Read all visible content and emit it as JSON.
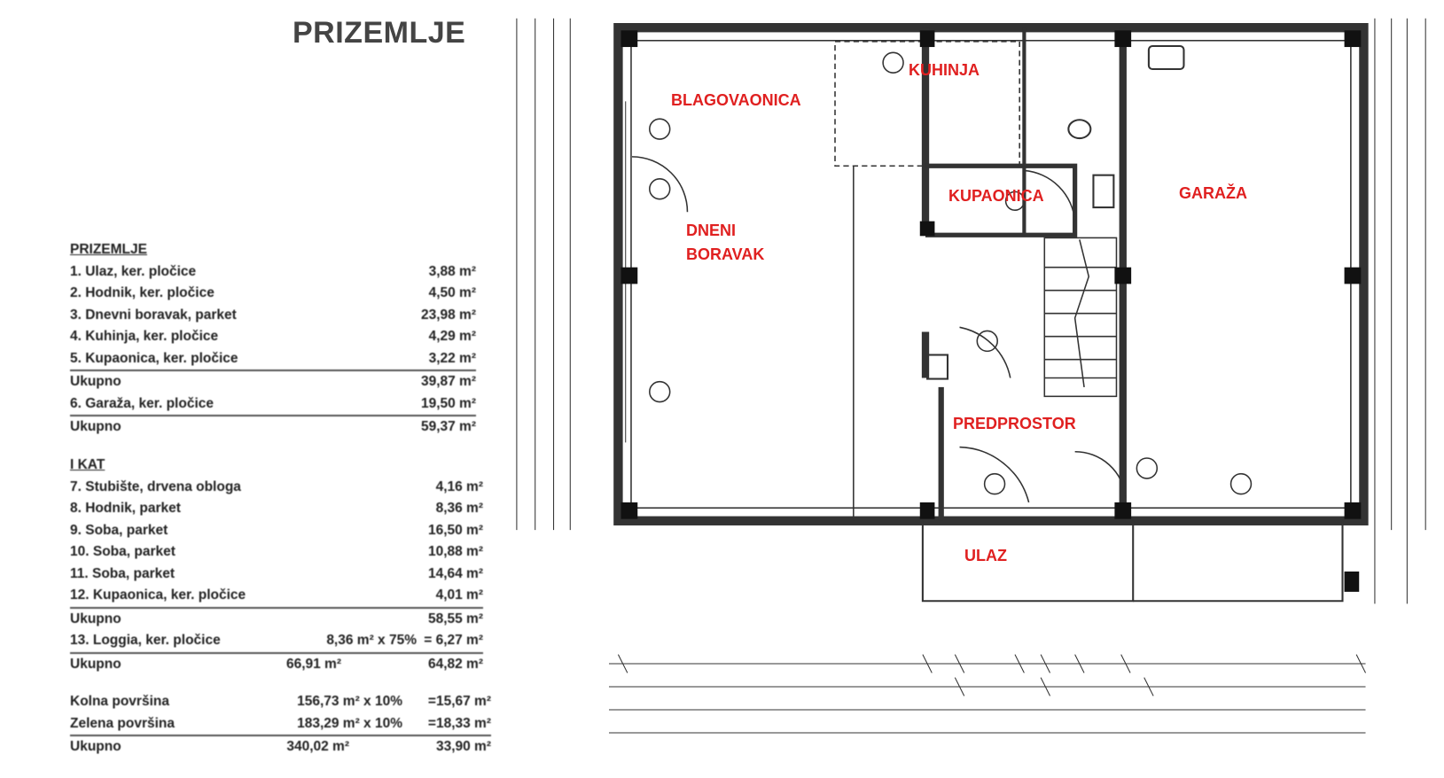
{
  "title": "PRIZEMLJE",
  "rooms": {
    "blagovaonica": "BLAGOVAONICA",
    "kuhinja": "KUHINJA",
    "kupaonica": "KUPAONICA",
    "garaza": "GARAŽA",
    "dneni": "DNENI",
    "boravak": "BORAVAK",
    "predprostor": "PREDPROSTOR",
    "ulaz": "ULAZ"
  },
  "table": {
    "prizemlje": {
      "heading": "PRIZEMLJE",
      "rows": [
        {
          "label": "1. Ulaz, ker. pločice",
          "value": "3,88 m²"
        },
        {
          "label": "2. Hodnik, ker. pločice",
          "value": "4,50 m²"
        },
        {
          "label": "3. Dnevni boravak, parket",
          "value": "23,98 m²"
        },
        {
          "label": "4. Kuhinja, ker. pločice",
          "value": "4,29 m²"
        },
        {
          "label": "5. Kupaonica, ker. pločice",
          "value": "3,22 m²"
        },
        {
          "label": "Ukupno",
          "value": "39,87 m²"
        },
        {
          "label": "6. Garaža, ker. pločice",
          "value": "19,50 m²"
        },
        {
          "label": "Ukupno",
          "value": "59,37 m²"
        }
      ]
    },
    "kat": {
      "heading": "I KAT",
      "rows": [
        {
          "label": "7. Stubište, drvena obloga",
          "value": "4,16 m²"
        },
        {
          "label": "8. Hodnik, parket",
          "value": "8,36 m²"
        },
        {
          "label": "9. Soba, parket",
          "value": "16,50 m²"
        },
        {
          "label": "10. Soba, parket",
          "value": "10,88 m²"
        },
        {
          "label": "11. Soba, parket",
          "value": "14,64 m²"
        },
        {
          "label": "12. Kupaonica, ker. pločice",
          "value": "4,01 m²"
        },
        {
          "label": "Ukupno",
          "value": "58,55 m²"
        },
        {
          "label": "13. Loggia, ker. pločice",
          "mid": "8,36 m² x 75%",
          "value": "= 6,27 m²"
        },
        {
          "label": "Ukupno",
          "mid": "66,91 m²",
          "value": "64,82 m²"
        }
      ]
    },
    "okolis": {
      "rows": [
        {
          "label": "Kolna površina",
          "mid": "156,73 m² x 10%",
          "value": "=15,67 m²"
        },
        {
          "label": "Zelena površina",
          "mid": "183,29 m² x 10%",
          "value": "=18,33 m²"
        },
        {
          "label": "Ukupno",
          "mid": "340,02 m²",
          "value": "33,90 m²"
        }
      ]
    }
  },
  "colors": {
    "label": "#e02020",
    "wall": "#222222",
    "line": "#555555"
  }
}
